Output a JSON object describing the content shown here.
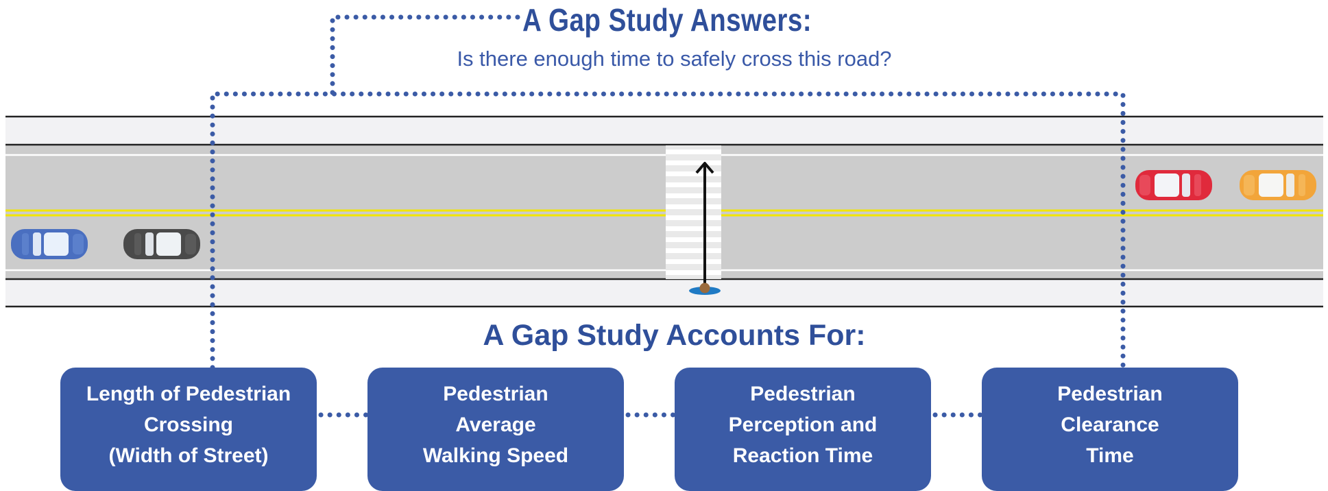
{
  "header": {
    "title": "A Gap Study Answers:",
    "question": "Is there enough time to safely cross this road?"
  },
  "section": {
    "title": "A Gap Study Accounts For:"
  },
  "factors": [
    {
      "label": "Length of Pedestrian\nCrossing\n(Width of Street)"
    },
    {
      "label": "Pedestrian\nAverage\nWalking Speed"
    },
    {
      "label": "Pedestrian\nPerception and\nReaction Time"
    },
    {
      "label": "Pedestrian\nClearance\nTime"
    }
  ],
  "colors": {
    "accent_blue": "#3b5ba6",
    "heading_blue": "#2f4f9a",
    "road_gray": "#cccccc",
    "center_line_yellow": "#f2e600",
    "car_colors": [
      "#4a6fc0",
      "#4a4a4a",
      "#e02a3c",
      "#f2a53a"
    ]
  },
  "icons": [
    "blue-car-icon",
    "dark-car-icon",
    "red-car-icon",
    "orange-car-icon",
    "pedestrian-icon",
    "crossing-arrow-icon"
  ]
}
